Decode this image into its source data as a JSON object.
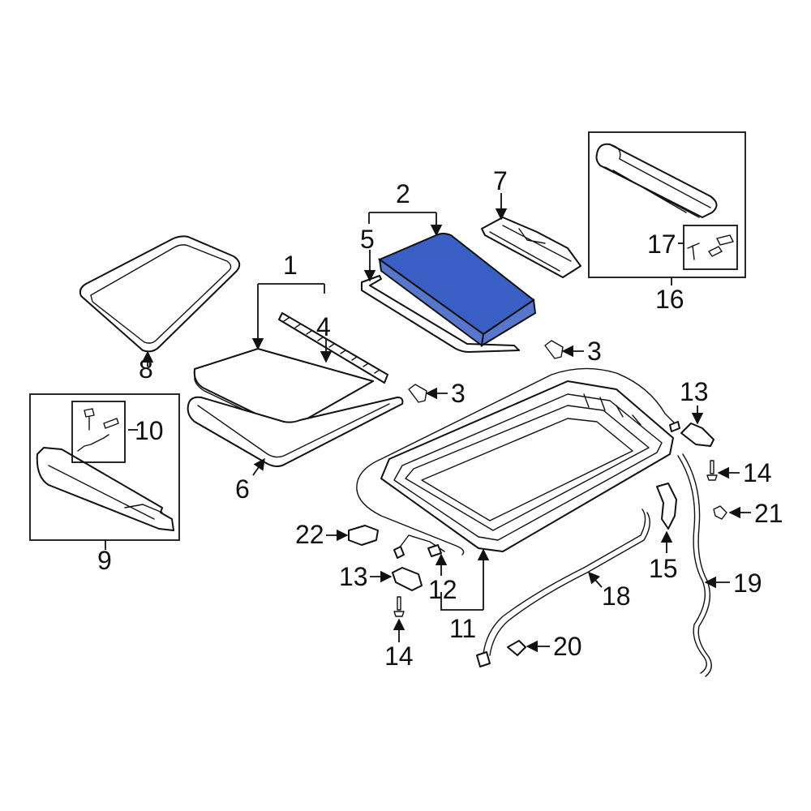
{
  "colors": {
    "highlight": "#3a5fc4",
    "line": "#111111",
    "background": "#ffffff"
  },
  "callouts": {
    "c1": "1",
    "c2": "2",
    "c3a": "3",
    "c3b": "3",
    "c4": "4",
    "c5": "5",
    "c6": "6",
    "c7": "7",
    "c8": "8",
    "c9": "9",
    "c10": "10",
    "c11": "11",
    "c12": "12",
    "c13a": "13",
    "c13b": "13",
    "c14a": "14",
    "c14b": "14",
    "c15": "15",
    "c16": "16",
    "c17": "17",
    "c18": "18",
    "c19": "19",
    "c20": "20",
    "c21": "21",
    "c22": "22"
  }
}
